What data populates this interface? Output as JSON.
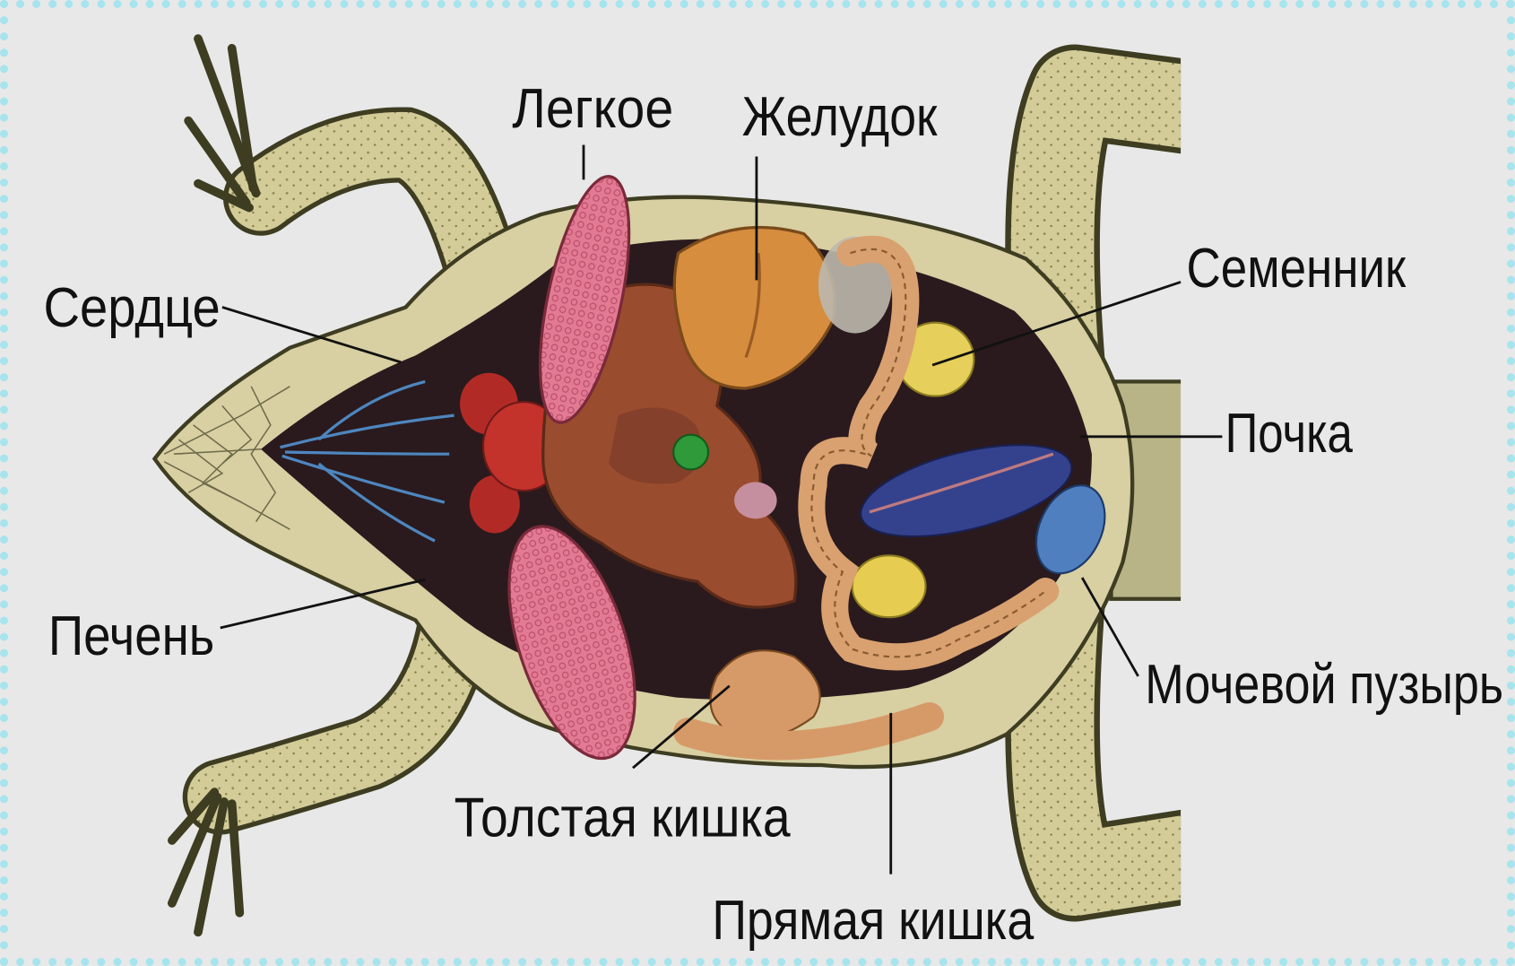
{
  "labels": {
    "lung": "Легкое",
    "stomach": "Желудок",
    "testis": "Семенник",
    "heart": "Сердце",
    "kidney": "Почка",
    "liver": "Печень",
    "bladder": "Мочевой пузырь",
    "large_intestine": "Толстая кишка",
    "rectum": "Прямая кишка"
  },
  "colors": {
    "background": "#e8e8e8",
    "border": "#a6e4ee",
    "skin": "#d6cf9f",
    "cavity": "#2a1a1d",
    "lung": "#e27a94",
    "heart": "#c4322c",
    "liver": "#9a4c2e",
    "stomach": "#d68d3e",
    "testis": "#e6cf5a",
    "kidney": "#34428e",
    "bladder": "#4f7fbf",
    "intestine": "#d9a070",
    "gall_bladder": "#2e9a3a"
  }
}
